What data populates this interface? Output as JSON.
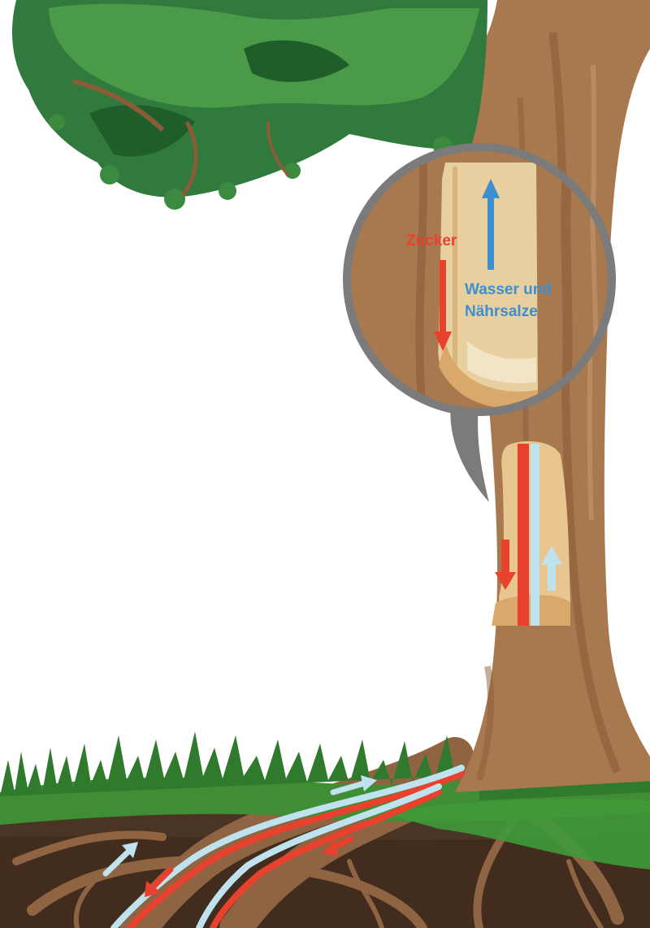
{
  "labels": {
    "sugar": "Zucker",
    "water_line1": "Wasser und",
    "water_line2": "Nährsalze"
  },
  "colors": {
    "sugar_red": "#e8412e",
    "water_blue": "#3d8fcf",
    "water_pale": "#bfe3ee",
    "bark": "#a8784f",
    "foliage": "#2f7a3c",
    "grass": "#3f8d35",
    "soil": "#4a3424",
    "magnifier_ring": "#7b7b7b"
  },
  "icons": [
    "sugar-down-arrow",
    "water-up-arrow",
    "magnifier-lens"
  ]
}
